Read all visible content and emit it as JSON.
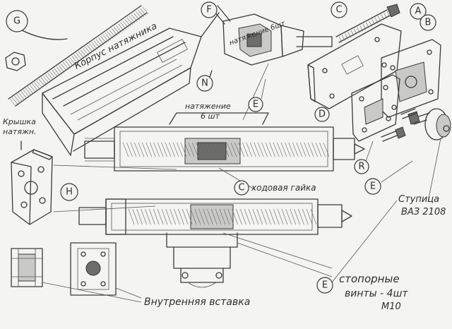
{
  "letters": {
    "A": "A",
    "B": "B",
    "C": "C",
    "D": "D",
    "E": "E",
    "F": "F",
    "G": "G",
    "H": "H",
    "N": "N",
    "R": "R"
  },
  "labels": {
    "housing": "Корпус натяжника",
    "cover": "Крышка",
    "cover2": "натяжн.",
    "tension1": "натяжение",
    "tension2": "6 шт",
    "travel_nut": "ходовая гайка",
    "hub1": "Ступица",
    "hub2": "ВАЗ 2108",
    "stop1": "стопорные",
    "stop2": "винты - 4шт",
    "stop3": "М10",
    "insert": "Внутренняя вставка",
    "small_bolt": "натяжение 6шт"
  }
}
